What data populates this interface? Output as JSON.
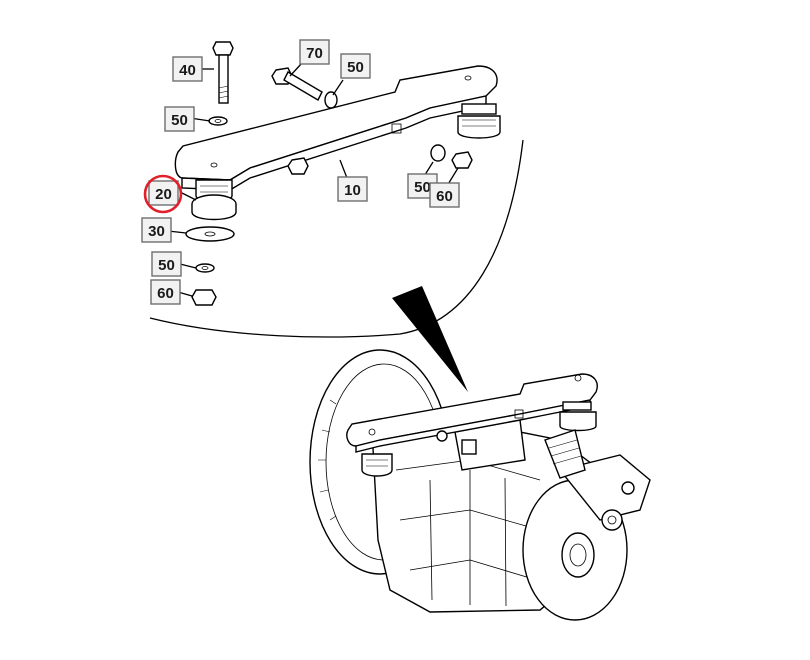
{
  "callouts": [
    {
      "id": "c40a",
      "label": "40"
    },
    {
      "id": "c70",
      "label": "70"
    },
    {
      "id": "c50a",
      "label": "50"
    },
    {
      "id": "c50b",
      "label": "50"
    },
    {
      "id": "c20",
      "label": "20"
    },
    {
      "id": "c10",
      "label": "10"
    },
    {
      "id": "c50c",
      "label": "50"
    },
    {
      "id": "c60a",
      "label": "60"
    },
    {
      "id": "c30",
      "label": "30"
    },
    {
      "id": "c50d",
      "label": "50"
    },
    {
      "id": "c60b",
      "label": "60"
    }
  ],
  "highlight": {
    "callout": "20",
    "color": "#e0202a"
  }
}
